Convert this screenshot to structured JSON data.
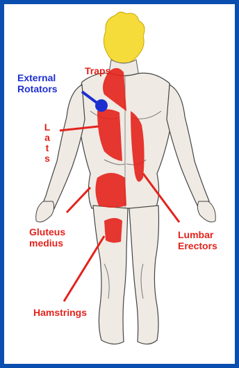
{
  "labels": {
    "traps": "Traps",
    "external_rotators": "External\nRotators",
    "lats": "L\na\nt\ns",
    "gluteus_medius": "Gluteus\nmedius",
    "lumbar_erectors": "Lumbar\nErectors",
    "hamstrings": "Hamstrings"
  },
  "colors": {
    "frame": "#0a4fb0",
    "highlight_red": "#e3221b",
    "label_blue": "#1d2fcf",
    "hair": "#f5dc3a"
  }
}
